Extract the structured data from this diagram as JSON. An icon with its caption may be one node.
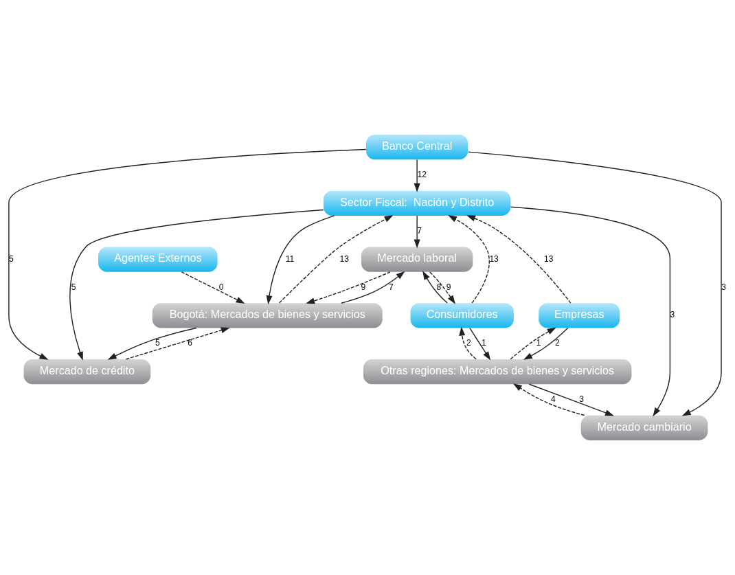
{
  "diagram": {
    "nodes": [
      {
        "text": [
          "Sector Fiscal:  Nación y Distrito"
        ]
      },
      {
        "text": [
          "Mercado laboral"
        ]
      },
      {
        "text": [
          "Agentes Externos"
        ]
      },
      {
        "text": [
          "Mercado de crédito"
        ]
      },
      {
        "text": [
          "Bogotá: Mercados de bienes y servicios"
        ]
      },
      {
        "text": [
          "Otras regiones: Mercados de bienes y servicios"
        ]
      },
      {
        "text": [
          "Consumidores"
        ]
      },
      {
        "text": [
          "Empresas"
        ]
      },
      {
        "text": [
          "Banco Central"
        ]
      },
      {
        "text": [
          "Mercado cambiario"
        ]
      }
    ],
    "edges": [
      {
        "from": 0,
        "to": 1,
        "arrow": "to",
        "label": "7"
      },
      {
        "from": 6,
        "to": 0,
        "arrow": "to",
        "label": "13",
        "style": "dashed"
      },
      {
        "from": 1,
        "to": 6,
        "arrow": "to",
        "label": "9",
        "style": "dashed"
      },
      {
        "from": 6,
        "to": 1,
        "arrow": "to",
        "label": "8"
      },
      {
        "from": 4,
        "to": 1,
        "arrow": "to",
        "label": "7"
      },
      {
        "from": 1,
        "to": 4,
        "arrow": "to",
        "label": "9",
        "style": "dashed"
      },
      {
        "from": 2,
        "to": 4,
        "arrow": "to",
        "label": "0",
        "style": "dashed"
      },
      {
        "from": 0,
        "to": 4,
        "arrow": "to",
        "label": "11"
      },
      {
        "from": 4,
        "to": 0,
        "arrow": "to",
        "label": "13",
        "style": "dashed"
      },
      {
        "from": 8,
        "to": 0,
        "arrow": "to",
        "label": "12"
      },
      {
        "from": 0,
        "to": 3,
        "arrow": "to",
        "label": "5"
      },
      {
        "from": 3,
        "to": 4,
        "arrow": "to",
        "label": "6",
        "style": "dashed"
      },
      {
        "from": 4,
        "to": 3,
        "arrow": "to",
        "label": "5"
      },
      {
        "from": 8,
        "to": 3,
        "arrow": "to",
        "label": "5"
      },
      {
        "from": 0,
        "to": 9,
        "arrow": "to",
        "label": "3"
      },
      {
        "from": 7,
        "to": 0,
        "arrow": "to",
        "label": "13",
        "style": "dashed"
      },
      {
        "from": 6,
        "to": 5,
        "arrow": "to",
        "label": "1"
      },
      {
        "from": 5,
        "to": 6,
        "arrow": "to",
        "label": "2",
        "style": "dashed"
      },
      {
        "from": 5,
        "to": 7,
        "arrow": "to",
        "label": "1",
        "style": "dashed"
      },
      {
        "from": 7,
        "to": 5,
        "arrow": "to",
        "label": "2"
      },
      {
        "from": 5,
        "to": 9,
        "arrow": "to",
        "label": "3"
      },
      {
        "from": 9,
        "to": 5,
        "arrow": "to",
        "label": "4",
        "style": "dashed"
      },
      {
        "from": 8,
        "to": 9,
        "arrow": "to",
        "label": "3"
      }
    ]
  }
}
